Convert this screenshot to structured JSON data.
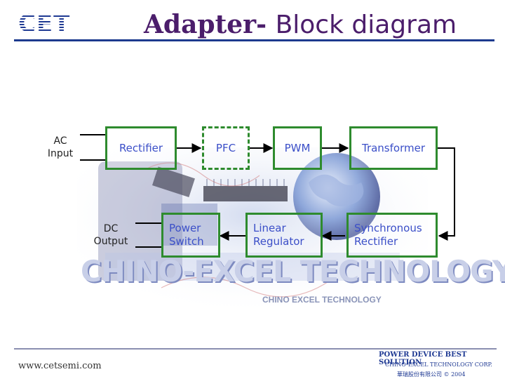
{
  "logo": {
    "text": "CET"
  },
  "title": {
    "part1": "Adapter- ",
    "part2": "Block diagram"
  },
  "colors": {
    "block_border": "#2e8b2e",
    "block_text": "#3b4fc8",
    "title": "#4b1d6b",
    "rule": "#1c3a8e",
    "line": "#000000"
  },
  "inputs": {
    "ac_input": "AC\nInput",
    "dc_output": "DC\nOutput"
  },
  "blocks": {
    "rectifier": "Rectifier",
    "pfc": "PFC",
    "pwm": "PWM",
    "transformer": "Transformer",
    "power_switch": "Power\nSwitch",
    "linear_regulator": "Linear\nRegulator",
    "synchronous_rectifier": "Synchronous\nRectifier"
  },
  "watermark": {
    "main": "CHINO-EXCEL TECHNOLOGY",
    "sub": "CHINO EXCEL TECHNOLOGY"
  },
  "footer": {
    "url": "www.cetsemi.com",
    "tagline": "POWER DEVICE BEST SOLUTION",
    "corp": "CHINO-EXCEL TECHNOLOGY CORP.",
    "cn": "華瑞股份有限公司 © 2004"
  }
}
